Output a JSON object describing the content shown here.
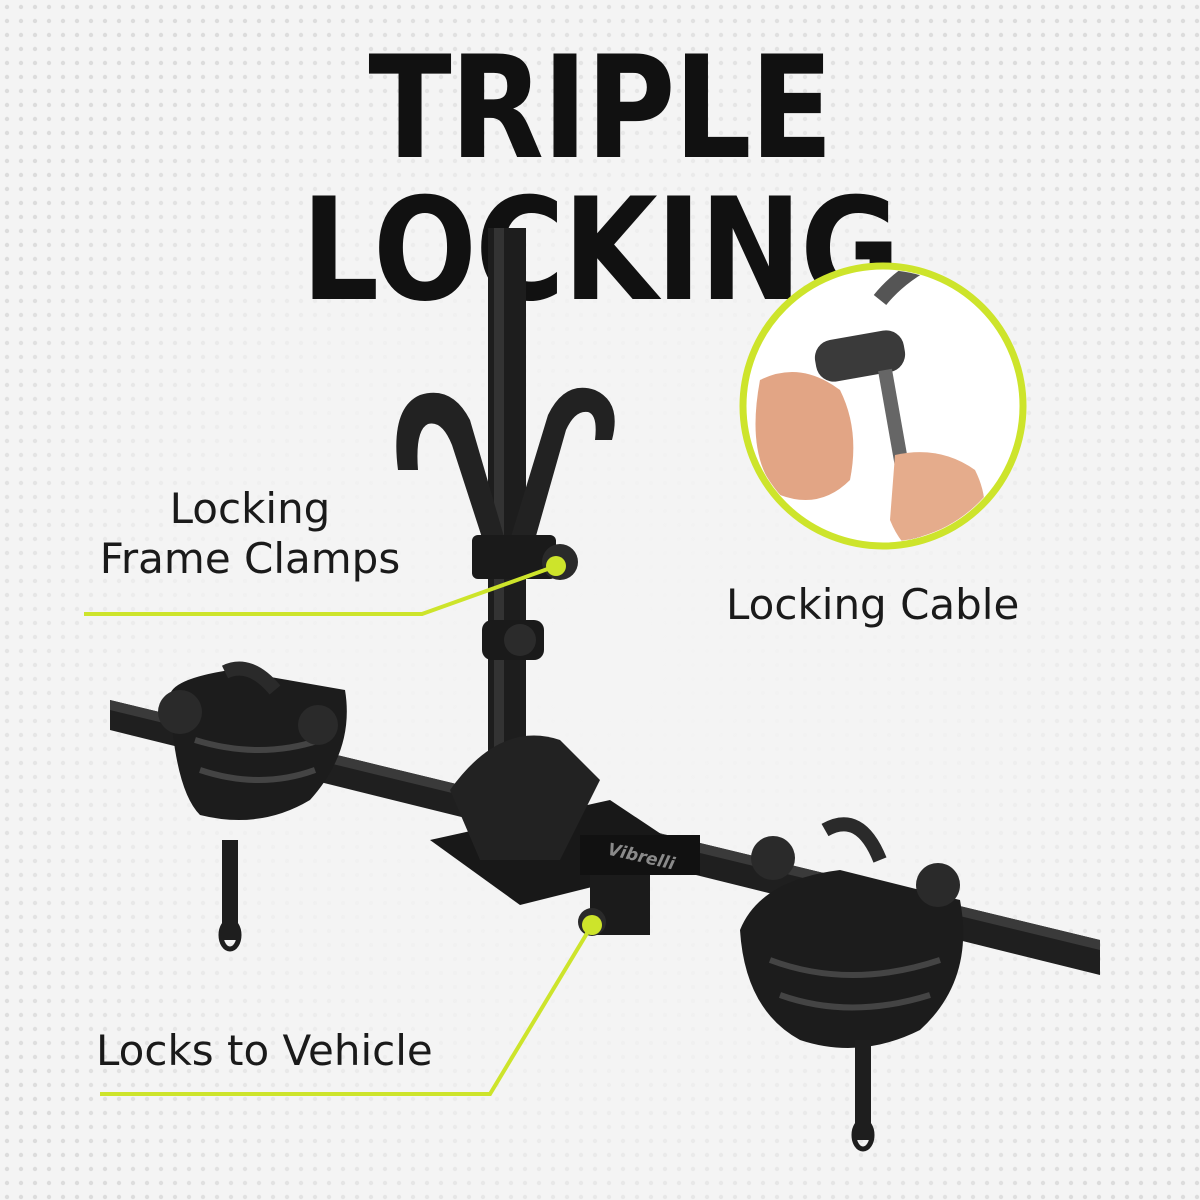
{
  "headline": "TRIPLE LOCKING",
  "callouts": {
    "frame_clamps": {
      "line1": "Locking",
      "line2": "Frame Clamps"
    },
    "cable": "Locking Cable",
    "vehicle": "Locks to Vehicle"
  },
  "brand": "Vibrelli",
  "colors": {
    "accent": "#cde42b",
    "product": "#1c1c1c",
    "text": "#111111",
    "background": "#f4f4f4"
  }
}
